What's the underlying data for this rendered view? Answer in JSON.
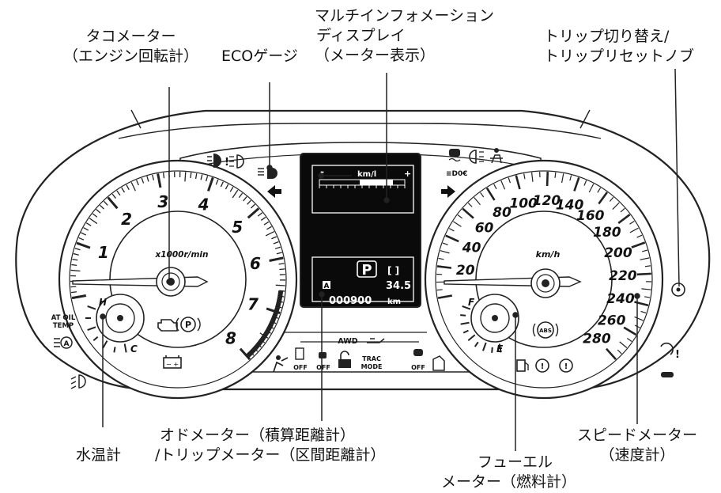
{
  "callouts": {
    "tachometer": [
      "タコメーター",
      "（エンジン回転計）"
    ],
    "eco_gauge": "ECOゲージ",
    "multi_info_display": [
      "マルチインフォメーション",
      "ディスプレイ",
      "（メーター表示）"
    ],
    "trip_knob": [
      "トリップ切り替え/",
      "トリップリセットノブ"
    ],
    "water_temp": "水温計",
    "odo_trip": [
      "オドメーター（積算距離計）",
      "/トリップメーター（区間距離計）"
    ],
    "fuel_meter": [
      "フューエル",
      "メーター（燃料計）"
    ],
    "speedometer": [
      "スピードメーター",
      "（速度計）"
    ]
  },
  "tacho": {
    "unit": "x1000r/min",
    "labels": [
      "1",
      "2",
      "3",
      "4",
      "5",
      "6",
      "7",
      "8"
    ]
  },
  "temp_gauge": {
    "hot": "H",
    "cold": "C"
  },
  "fuel_gauge": {
    "full": "F",
    "empty": "E"
  },
  "speedo": {
    "unit": "km/h",
    "labels": [
      "20",
      "40",
      "60",
      "80",
      "100",
      "120",
      "140",
      "160",
      "180",
      "200",
      "220",
      "240",
      "260",
      "280"
    ]
  },
  "display": {
    "eco_unit": "km/l",
    "eco_plus": "+",
    "eco_minus": "-",
    "gear": "P",
    "trip_mode": "A",
    "trip_value": "34.5",
    "odo_value": "000900",
    "odo_unit": "km"
  },
  "indicators": {
    "at_oil_temp": [
      "AT OIL",
      "TEMP"
    ],
    "awd": "AWD",
    "trac_mode": [
      "TRAC",
      "MODE"
    ],
    "off": "OFF",
    "abs": "ABS"
  }
}
